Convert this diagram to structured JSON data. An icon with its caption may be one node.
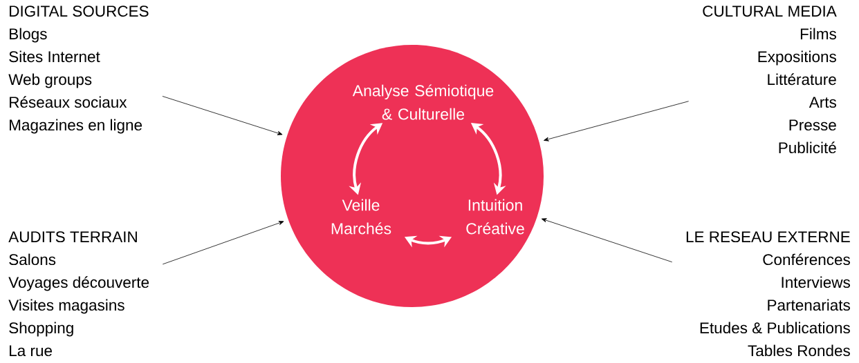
{
  "diagram": {
    "nodes": [
      {
        "text": [],
        "shape": "circle"
      },
      {
        "text": [
          "Analyse Sémiotique & Culturelle"
        ],
        "in": 0
      },
      {
        "text": [
          "Veille Marchés"
        ],
        "in": 0
      },
      {
        "text": [
          "Intuition Créative"
        ],
        "in": 0
      },
      {
        "text": [
          "DIGITAL SOURCES",
          "Blogs",
          "Sites Internet",
          "Web groups",
          "Réseaux sociaux",
          "Magazines en ligne"
        ]
      },
      {
        "text": [
          "CULTURAL MEDIA",
          "Films",
          "Expositions",
          "Littérature",
          "Arts",
          "Presse",
          "Publicité"
        ]
      },
      {
        "text": [
          "AUDITS TERRAIN",
          "Salons",
          "Voyages découverte",
          "Visites magasins",
          "Shopping",
          "La rue"
        ]
      },
      {
        "text": [
          "LE RESEAU EXTERNE",
          "Conférences",
          "Interviews",
          "Partenariats",
          "Etudes & Publications",
          "Tables Rondes"
        ]
      }
    ],
    "edges": [
      {
        "from": 4,
        "to": 0,
        "arrow": "to"
      },
      {
        "from": 5,
        "to": 0,
        "arrow": "to"
      },
      {
        "from": 6,
        "to": 0,
        "arrow": "to"
      },
      {
        "from": 7,
        "to": 0,
        "arrow": "to"
      },
      {
        "from": 1,
        "to": 2,
        "arrow": "both",
        "style": "thick",
        "color": "#ffffff"
      },
      {
        "from": 1,
        "to": 3,
        "arrow": "both",
        "style": "thick",
        "color": "#ffffff"
      },
      {
        "from": 2,
        "to": 3,
        "arrow": "both",
        "style": "thick",
        "color": "#ffffff"
      }
    ]
  }
}
